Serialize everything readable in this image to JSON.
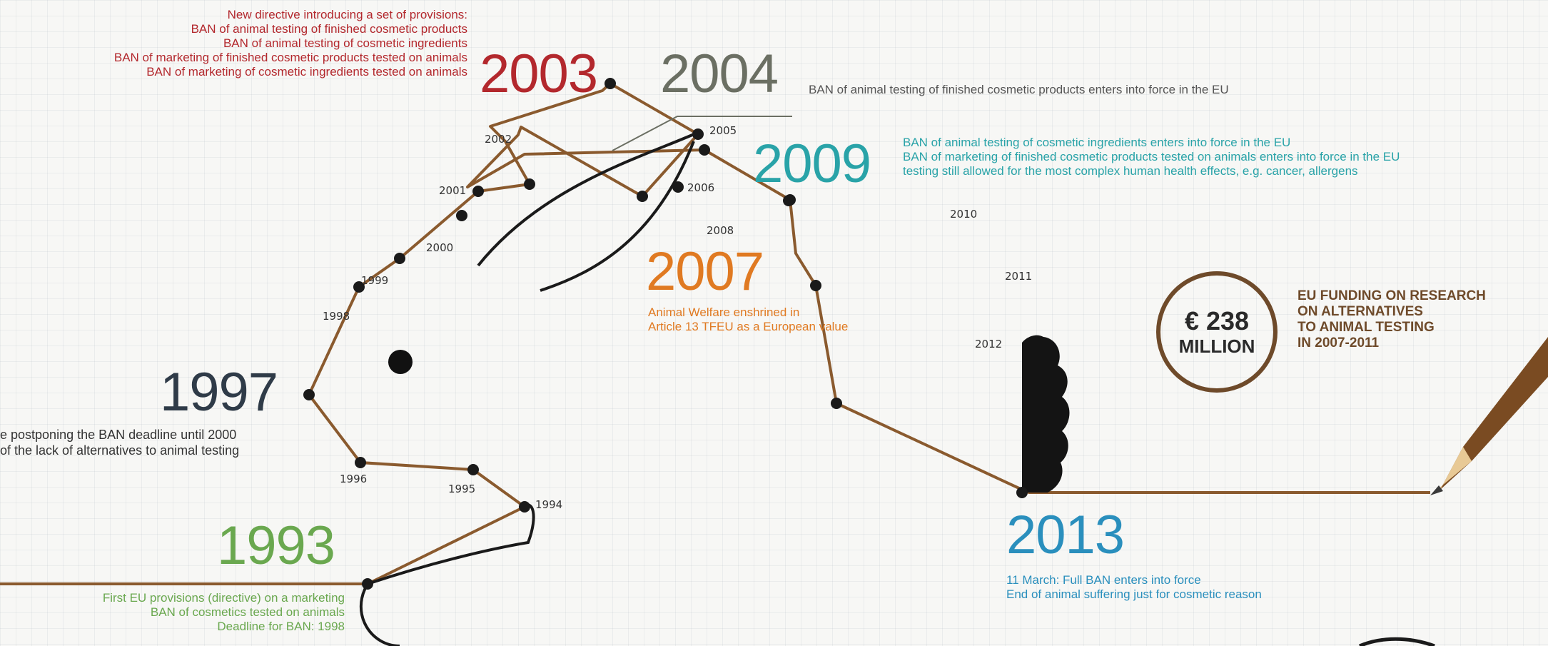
{
  "colors": {
    "line": "#8a5a2e",
    "dot": "#1a1a1a",
    "y1993": "#6aa84f",
    "y1997": "#2f3b48",
    "y2003": "#b3282d",
    "y2004": "#6b6f63",
    "y2007": "#e07a22",
    "y2009": "#29a3a8",
    "y2013": "#2a8fbd",
    "funding": "#6e4a2a"
  },
  "years": [
    {
      "label": "1994"
    },
    {
      "label": "1995"
    },
    {
      "label": "1996"
    },
    {
      "label": "1998"
    },
    {
      "label": "1999"
    },
    {
      "label": "2000"
    },
    {
      "label": "2001"
    },
    {
      "label": "2002"
    },
    {
      "label": "2005"
    },
    {
      "label": "2006"
    },
    {
      "label": "2008"
    },
    {
      "label": "2010"
    },
    {
      "label": "2011"
    },
    {
      "label": "2012"
    }
  ],
  "milestones": {
    "m1993": {
      "year": "1993",
      "lines": [
        "First EU provisions (directive) on a marketing",
        "BAN of cosmetics tested on animals",
        "Deadline for BAN: 1998"
      ]
    },
    "m1997": {
      "year": "1997",
      "lines": [
        "e postponing the BAN deadline until 2000",
        "of the lack of alternatives to animal testing"
      ]
    },
    "m2003": {
      "year": "2003",
      "lines": [
        "New directive introducing a set of provisions:",
        "BAN of animal  testing of finished cosmetic products",
        "BAN of animal  testing of cosmetic ingredients",
        "BAN of marketing of finished cosmetic products tested on animals",
        "BAN of marketing of cosmetic ingredients tested on animals"
      ]
    },
    "m2004": {
      "year": "2004",
      "lines": [
        "BAN of animal testing of finished cosmetic products enters into force in the EU"
      ]
    },
    "m2007": {
      "year": "2007",
      "lines": [
        "Animal Welfare enshrined in",
        "Article 13 TFEU as a European value"
      ]
    },
    "m2009": {
      "year": "2009",
      "lines": [
        "BAN of animal testing of cosmetic ingredients enters into force in the EU",
        "BAN of marketing of finished cosmetic products tested on animals enters into force in the EU",
        "testing still allowed for the most complex human health effects, e.g. cancer, allergens"
      ]
    },
    "m2013": {
      "year": "2013",
      "lines": [
        "11 March: Full BAN enters into force",
        "End of animal suffering  just for cosmetic reason"
      ]
    }
  },
  "funding": {
    "amount": "€ 238",
    "unit": "MILLION",
    "lines": [
      "EU FUNDING ON RESEARCH",
      "ON ALTERNATIVES",
      "TO ANIMAL TESTING",
      "IN 2007-2011"
    ]
  }
}
